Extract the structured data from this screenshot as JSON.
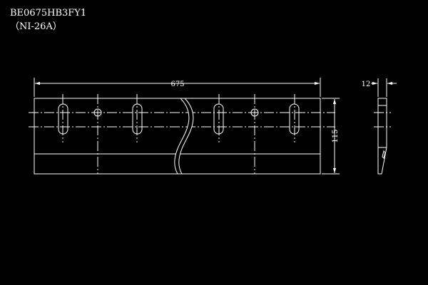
{
  "title": {
    "part_number": "BE0675HB3FY1",
    "material": "（NI-26A）"
  },
  "dimensions": {
    "length": "675",
    "height": "115",
    "thickness": "12"
  },
  "colors": {
    "background": "#000000",
    "line": "#ffffff"
  }
}
